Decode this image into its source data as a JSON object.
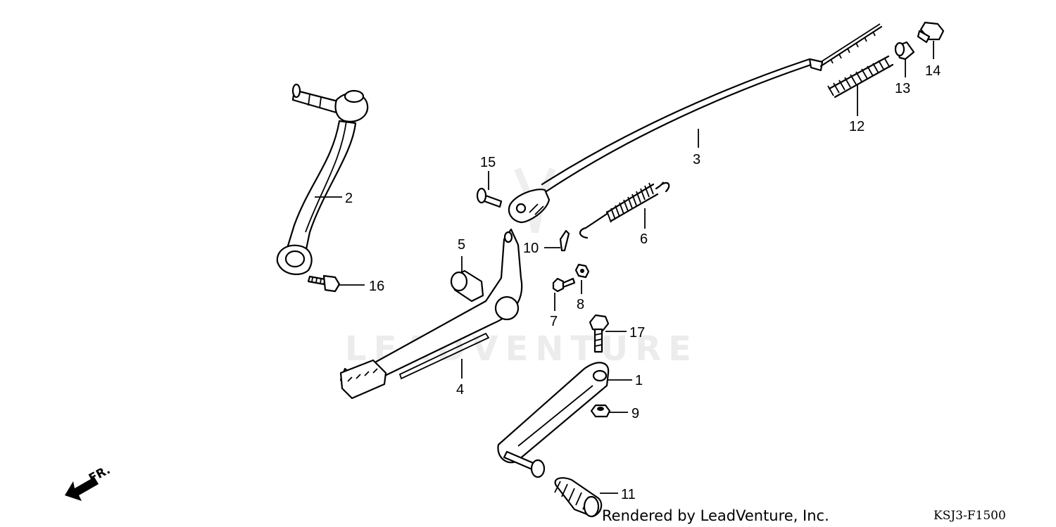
{
  "watermark": "LEADVENTURE",
  "credit": "Rendered by LeadVenture, Inc.",
  "diagram_code": "KSJ3-F1500",
  "front_label": "FR.",
  "callouts": {
    "c1": "1",
    "c2": "2",
    "c3": "3",
    "c4": "4",
    "c5": "5",
    "c6": "6",
    "c7": "7",
    "c8": "8",
    "c9": "9",
    "c10": "10",
    "c11": "11",
    "c12": "12",
    "c13": "13",
    "c14": "14",
    "c15": "15",
    "c16": "16",
    "c17": "17"
  }
}
